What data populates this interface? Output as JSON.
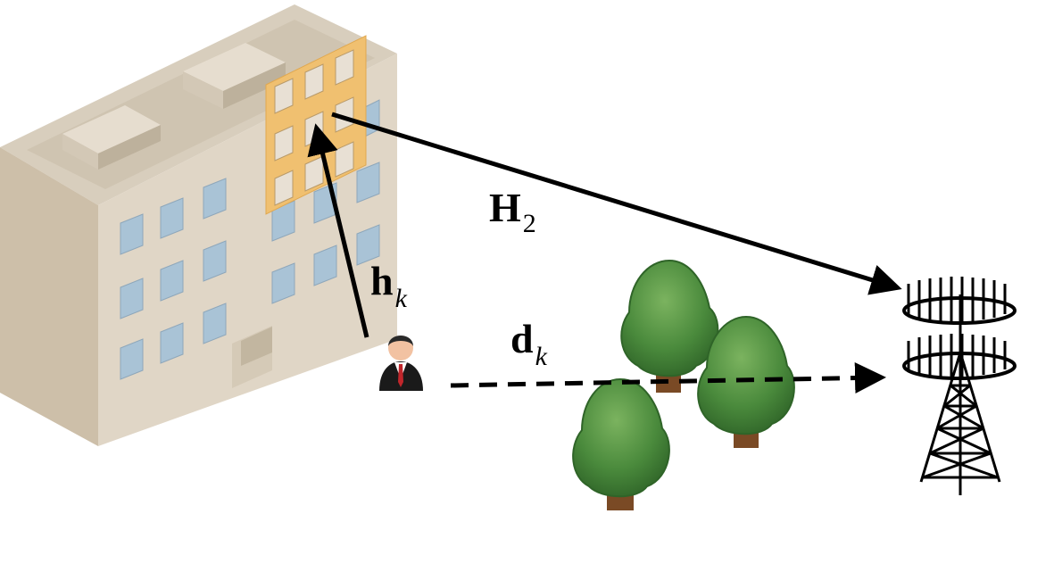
{
  "labels": {
    "H": {
      "main": "H",
      "sub": "2"
    },
    "h": {
      "main": "h",
      "sub": "k"
    },
    "d": {
      "main": "d",
      "sub": "k"
    }
  },
  "colors": {
    "building_front": "#e0d6c6",
    "building_side": "#cdbfa9",
    "building_roof": "#d8cebd",
    "window": "#a9c3d6",
    "ris_panel": "#f0c070",
    "tree_foliage": "#4a8a3c",
    "trunk": "#7a4a25",
    "link": "#000000"
  },
  "icons": [
    "building-icon",
    "ris-panel-icon",
    "user-icon",
    "tree-icon",
    "base-station-icon"
  ]
}
